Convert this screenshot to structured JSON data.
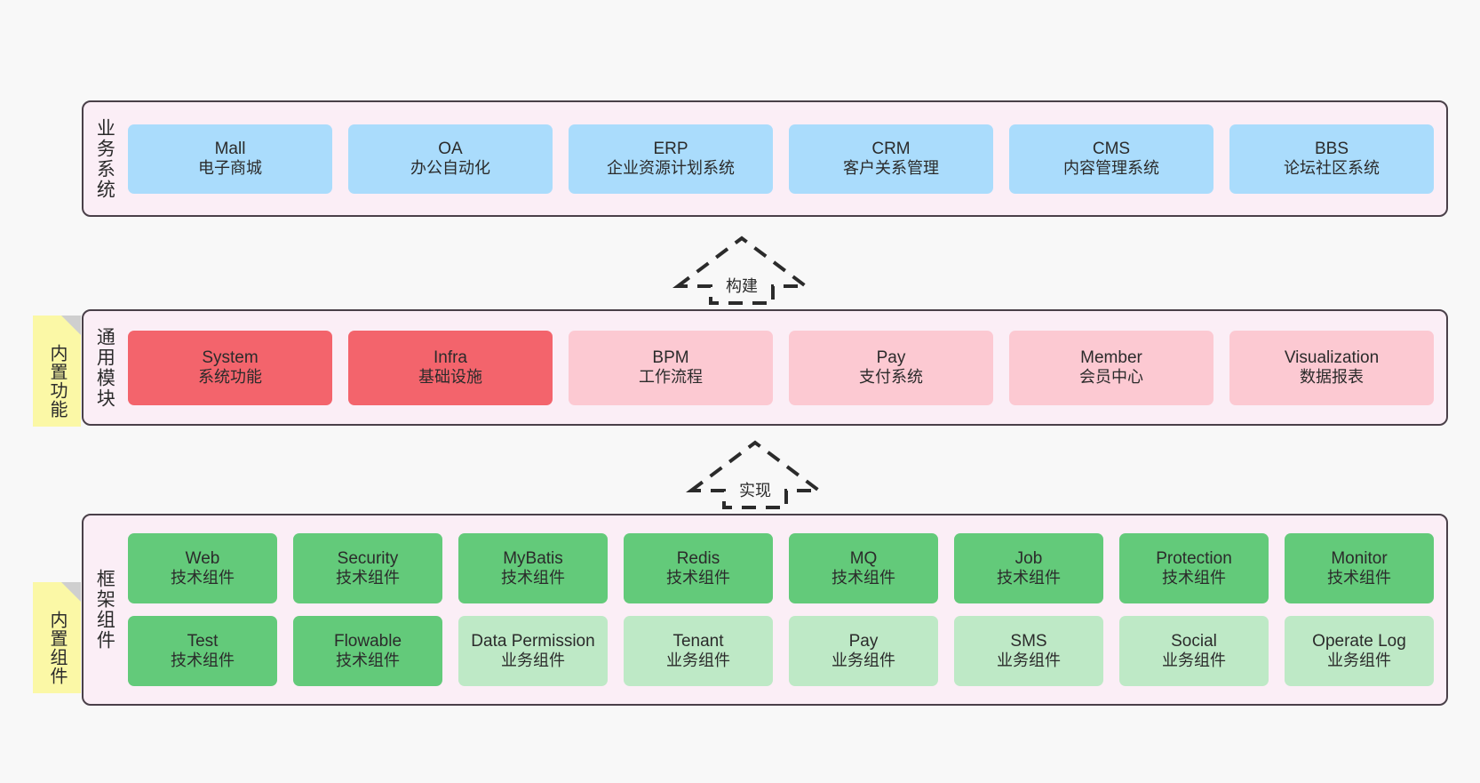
{
  "diagram": {
    "background_color": "#f8f8f8",
    "layer_fill": "#fbeef6",
    "layer_border": "#4a4049",
    "note_fill": "#fbf8a6",
    "note_fold": "#cfcfcf"
  },
  "layers": [
    {
      "id": "business-systems",
      "title": "业务系统",
      "note": null,
      "rows": [
        [
          {
            "name": "Mall",
            "desc": "电子商城",
            "color": "#aadcfc",
            "style": "blue"
          },
          {
            "name": "OA",
            "desc": "办公自动化",
            "color": "#aadcfc",
            "style": "blue"
          },
          {
            "name": "ERP",
            "desc": "企业资源计划系统",
            "color": "#aadcfc",
            "style": "blue"
          },
          {
            "name": "CRM",
            "desc": "客户关系管理",
            "color": "#aadcfc",
            "style": "blue"
          },
          {
            "name": "CMS",
            "desc": "内容管理系统",
            "color": "#aadcfc",
            "style": "blue"
          },
          {
            "name": "BBS",
            "desc": "论坛社区系统",
            "color": "#aadcfc",
            "style": "blue"
          }
        ]
      ]
    },
    {
      "id": "common-modules",
      "title": "通用模块",
      "note": "内置功能",
      "rows": [
        [
          {
            "name": "System",
            "desc": "系统功能",
            "color": "#f3646c",
            "style": "red"
          },
          {
            "name": "Infra",
            "desc": "基础设施",
            "color": "#f3646c",
            "style": "red"
          },
          {
            "name": "BPM",
            "desc": "工作流程",
            "color": "#fcc9d2",
            "style": "pink"
          },
          {
            "name": "Pay",
            "desc": "支付系统",
            "color": "#fcc9d2",
            "style": "pink"
          },
          {
            "name": "Member",
            "desc": "会员中心",
            "color": "#fcc9d2",
            "style": "pink"
          },
          {
            "name": "Visualization",
            "desc": "数据报表",
            "color": "#fcc9d2",
            "style": "pink"
          }
        ]
      ]
    },
    {
      "id": "framework-components",
      "title": "框架组件",
      "note": "内置组件",
      "rows": [
        [
          {
            "name": "Web",
            "desc": "技术组件",
            "color": "#63ca7a",
            "style": "green"
          },
          {
            "name": "Security",
            "desc": "技术组件",
            "color": "#63ca7a",
            "style": "green"
          },
          {
            "name": "MyBatis",
            "desc": "技术组件",
            "color": "#63ca7a",
            "style": "green"
          },
          {
            "name": "Redis",
            "desc": "技术组件",
            "color": "#63ca7a",
            "style": "green"
          },
          {
            "name": "MQ",
            "desc": "技术组件",
            "color": "#63ca7a",
            "style": "green"
          },
          {
            "name": "Job",
            "desc": "技术组件",
            "color": "#63ca7a",
            "style": "green"
          },
          {
            "name": "Protection",
            "desc": "技术组件",
            "color": "#63ca7a",
            "style": "green"
          },
          {
            "name": "Monitor",
            "desc": "技术组件",
            "color": "#63ca7a",
            "style": "green"
          }
        ],
        [
          {
            "name": "Test",
            "desc": "技术组件",
            "color": "#63ca7a",
            "style": "green"
          },
          {
            "name": "Flowable",
            "desc": "技术组件",
            "color": "#63ca7a",
            "style": "green"
          },
          {
            "name": "Data Permission",
            "desc": "业务组件",
            "color": "#bee9c6",
            "style": "lightgreen"
          },
          {
            "name": "Tenant",
            "desc": "业务组件",
            "color": "#bee9c6",
            "style": "lightgreen"
          },
          {
            "name": "Pay",
            "desc": "业务组件",
            "color": "#bee9c6",
            "style": "lightgreen"
          },
          {
            "name": "SMS",
            "desc": "业务组件",
            "color": "#bee9c6",
            "style": "lightgreen"
          },
          {
            "name": "Social",
            "desc": "业务组件",
            "color": "#bee9c6",
            "style": "lightgreen"
          },
          {
            "name": "Operate Log",
            "desc": "业务组件",
            "color": "#bee9c6",
            "style": "lightgreen"
          }
        ]
      ]
    }
  ],
  "arrows": [
    {
      "id": "arrow-build",
      "label": "构建",
      "from": "common-modules",
      "to": "business-systems"
    },
    {
      "id": "arrow-implement",
      "label": "实现",
      "from": "framework-components",
      "to": "common-modules"
    }
  ]
}
